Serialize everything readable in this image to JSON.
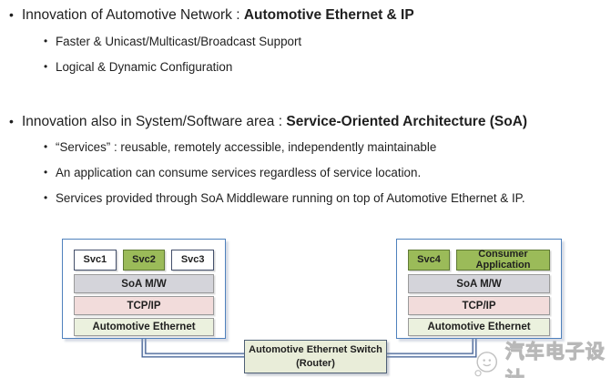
{
  "glyphs": {
    "bullet": "•"
  },
  "bullets": [
    {
      "normal": "Innovation of Automotive Network : ",
      "bold": "Automotive Ethernet & IP",
      "sub": [
        "Faster & Unicast/Multicast/Broadcast Support",
        "Logical & Dynamic Configuration"
      ]
    },
    {
      "normal": "Innovation also in System/Software area : ",
      "bold": "Service-Oriented Architecture (SoA)",
      "sub": [
        "“Services” : reusable, remotely accessible, independently maintainable",
        "An application can consume services regardless of service location.",
        "Services provided through SoA Middleware running on top of Automotive Ethernet & IP."
      ]
    }
  ],
  "diagram": {
    "left_stack": {
      "services": [
        {
          "label": "Svc1"
        },
        {
          "label": "Svc2"
        },
        {
          "label": "Svc3"
        }
      ],
      "layers": [
        "SoA M/W",
        "TCP/IP",
        "Automotive Ethernet"
      ]
    },
    "right_stack": {
      "services": [
        {
          "label": "Svc4"
        },
        {
          "label": "Consumer Application"
        }
      ],
      "layers": [
        "SoA M/W",
        "TCP/IP",
        "Automotive Ethernet"
      ]
    },
    "switch": {
      "line1": "Automotive Ethernet Switch",
      "line2": "(Router)"
    }
  },
  "watermark": {
    "text": "汽车电子设计"
  },
  "colors": {
    "stack_border_blue": "#4f81bd",
    "service_green": "#9bbb59",
    "service_green_border": "#607a35",
    "soa_gray": "#d4d4da",
    "tcp_pink": "#f2dcdb",
    "ethernet_green": "#ebf1de",
    "switch_fill": "#e9edd9",
    "connector_blue": "#3f5d92",
    "watermark_gray": "#cfcfcf"
  }
}
